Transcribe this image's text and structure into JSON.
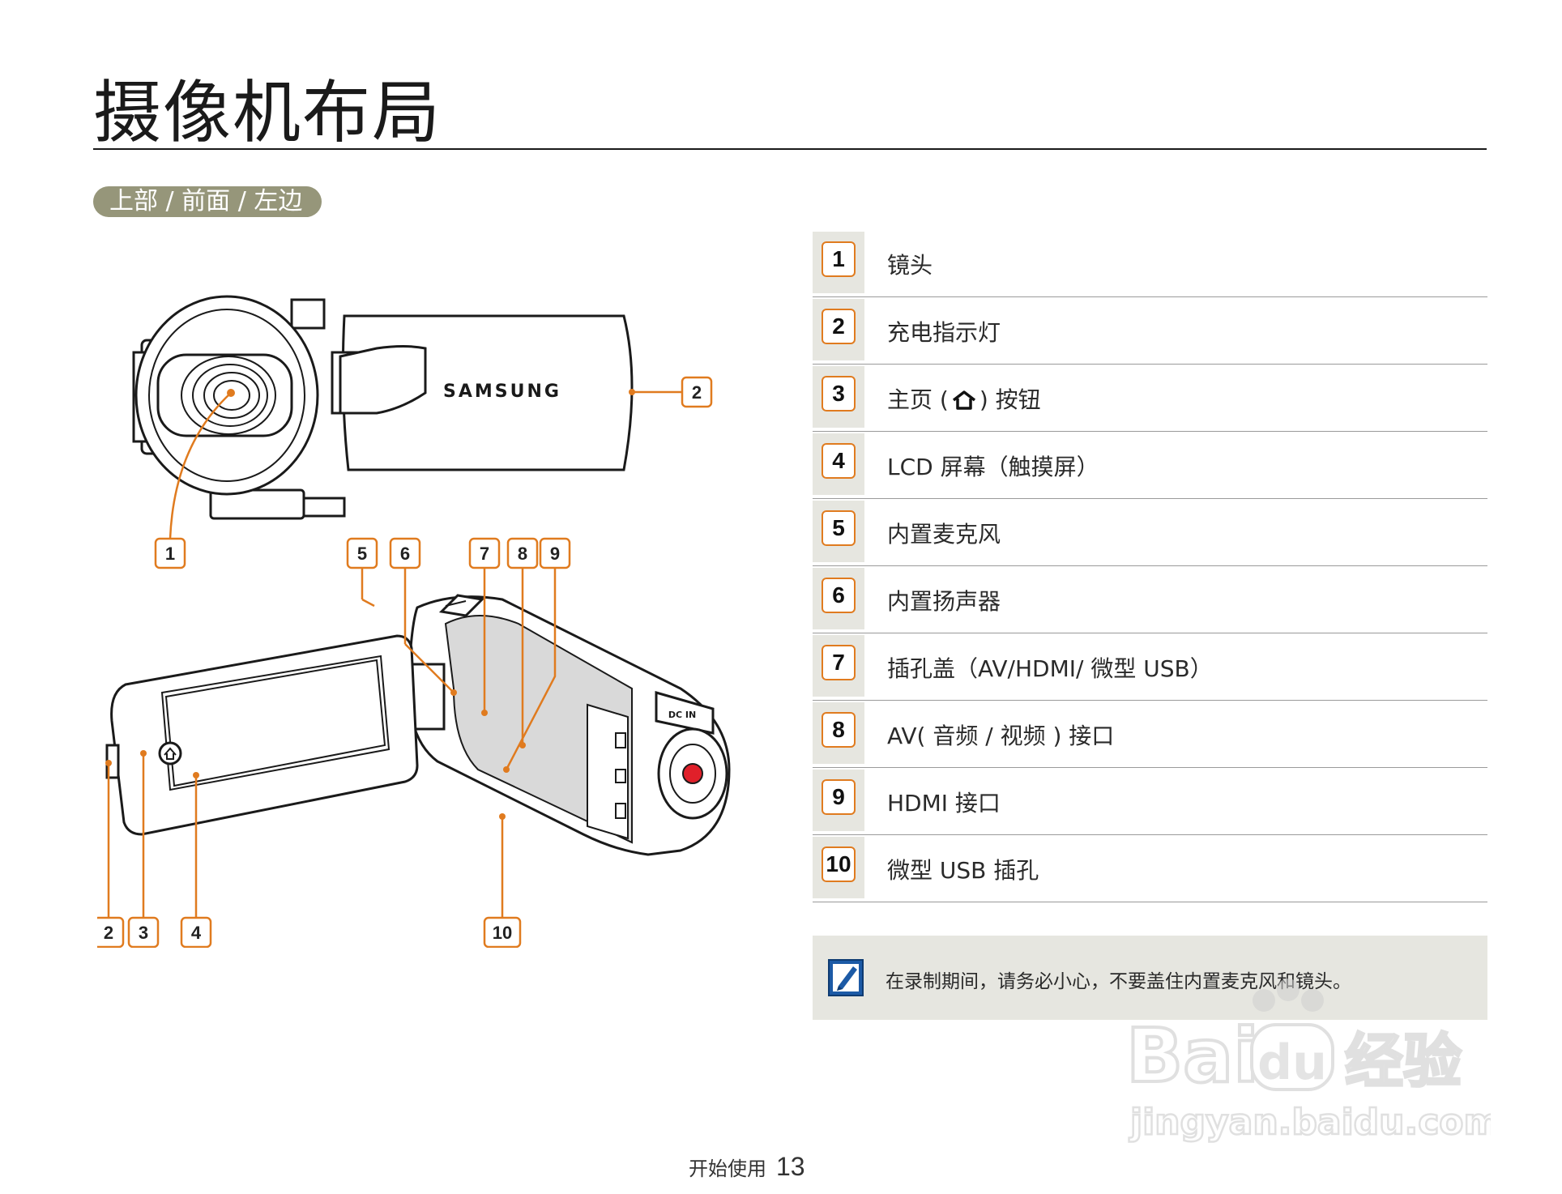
{
  "page": {
    "title": "摄像机布局",
    "section": "上部 / 前面 / 左边"
  },
  "figure": {
    "brand_text": "SAMSUNG",
    "dc_in_label": "DC IN",
    "callouts_top": [
      "1",
      "2"
    ],
    "callouts_bottom": [
      "2",
      "3",
      "4",
      "5",
      "6",
      "7",
      "8",
      "9",
      "10"
    ]
  },
  "legend": [
    {
      "num": "1",
      "label": "镜头"
    },
    {
      "num": "2",
      "label": "充电指示灯"
    },
    {
      "num": "3",
      "label": "主页 (",
      "icon": "home-icon",
      "label_after": ") 按钮"
    },
    {
      "num": "4",
      "label": "LCD  屏幕（触摸屏）"
    },
    {
      "num": "5",
      "label": "内置麦克风"
    },
    {
      "num": "6",
      "label": "内置扬声器"
    },
    {
      "num": "7",
      "label": "插孔盖（AV/HDMI/ 微型 USB）"
    },
    {
      "num": "8",
      "label": "AV( 音频 / 视频 ) 接口"
    },
    {
      "num": "9",
      "label": "HDMI  接口"
    },
    {
      "num": "10",
      "label": "微型 USB 插孔"
    }
  ],
  "note": {
    "icon": "memo-pencil-icon",
    "text": "在录制期间，请务必小心，不要盖住内置麦克风和镜头。"
  },
  "watermark": {
    "brand": "Bai",
    "brand_suffix": "经验",
    "url": "jingyan.baidu.com"
  },
  "footer": {
    "section": "开始使用",
    "page_number": "13"
  },
  "colors": {
    "accent_orange": "#e07b1f",
    "pill_bg": "#96967a",
    "legend_bg": "#e6e6e0",
    "record_red": "#e0202a"
  }
}
